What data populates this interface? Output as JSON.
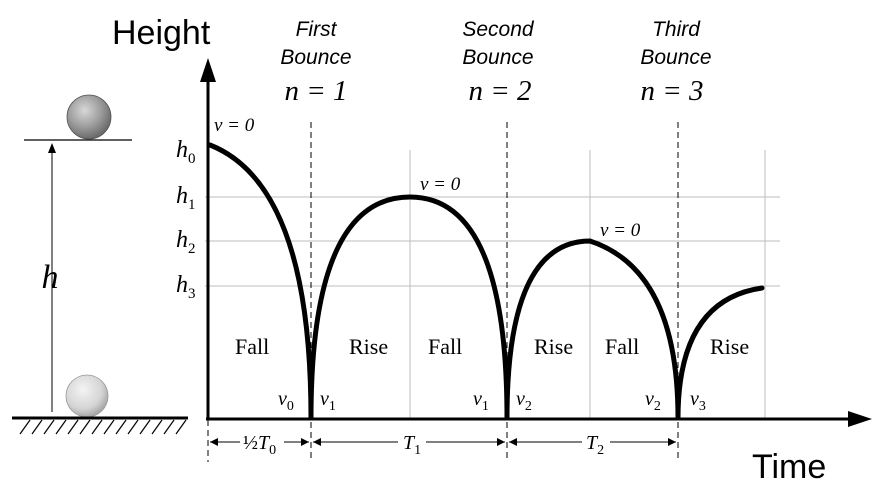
{
  "axis": {
    "y_title": "Height",
    "x_title": "Time"
  },
  "bounces": [
    {
      "title_line1": "First",
      "title_line2": "Bounce",
      "n_label": "n = 1"
    },
    {
      "title_line1": "Second",
      "title_line2": "Bounce",
      "n_label": "n = 2"
    },
    {
      "title_line1": "Third",
      "title_line2": "Bounce",
      "n_label": "n = 3"
    }
  ],
  "heights": {
    "h0": {
      "base": "h",
      "sub": "0"
    },
    "h1": {
      "base": "h",
      "sub": "1"
    },
    "h2": {
      "base": "h",
      "sub": "2"
    },
    "h3": {
      "base": "h",
      "sub": "3"
    }
  },
  "peak_label": "v = 0",
  "phases": {
    "fall": "Fall",
    "rise": "Rise"
  },
  "velocities": [
    {
      "base": "v",
      "sub": "0"
    },
    {
      "base": "v",
      "sub": "1"
    },
    {
      "base": "v",
      "sub": "1"
    },
    {
      "base": "v",
      "sub": "2"
    },
    {
      "base": "v",
      "sub": "2"
    },
    {
      "base": "v",
      "sub": "3"
    }
  ],
  "periods": [
    {
      "prefix": "½",
      "base": "T",
      "sub": "0"
    },
    {
      "prefix": "",
      "base": "T",
      "sub": "1"
    },
    {
      "prefix": "",
      "base": "T",
      "sub": "2"
    }
  ],
  "side_label": "h",
  "colors": {
    "ink": "#000000",
    "grid": "#bdbdbd",
    "ball_top": "#9a9a9a",
    "ball_bottom": "#dcdcdc"
  }
}
